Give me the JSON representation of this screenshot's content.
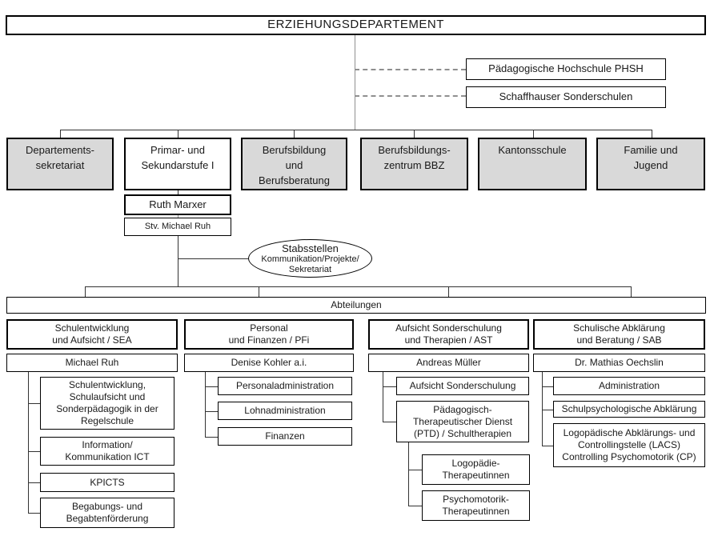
{
  "title": "ERZIEHUNGSDEPARTEMENT",
  "affiliated": [
    {
      "label": "Pädagogische Hochschule PHSH"
    },
    {
      "label": "Schaffhauser Sonderschulen"
    }
  ],
  "departments": [
    {
      "label": "Departements-\nsekretariat"
    },
    {
      "label": "Primar- und\nSekundarstufe I"
    },
    {
      "label": "Berufsbildung\nund\nBerufsberatung"
    },
    {
      "label": "Berufsbildungs-\nzentrum BBZ"
    },
    {
      "label": "Kantonsschule"
    },
    {
      "label": "Familie und\nJugend"
    }
  ],
  "leadership": {
    "head": "Ruth Marxer",
    "deputy": "Stv. Michael Ruh"
  },
  "staff_unit": {
    "title": "Stabsstellen",
    "line2": "Kommunikation/Projekte/",
    "line3": "Sekretariat"
  },
  "abteilungen": {
    "label": "Abteilungen"
  },
  "divisions": [
    {
      "title": "Schulentwicklung\nund Aufsicht / SEA",
      "head": "Michael Ruh",
      "units": [
        "Schulentwicklung,\nSchulaufsicht und\nSonderpädagogik in der\nRegelschule",
        "Information/\nKommunikation ICT",
        "KPICTS",
        "Begabungs- und\nBegabtenförderung"
      ]
    },
    {
      "title": "Personal\nund Finanzen / PFi",
      "head": "Denise Kohler a.i.",
      "units": [
        "Personaladministration",
        "Lohnadministration",
        "Finanzen"
      ]
    },
    {
      "title": "Aufsicht Sonderschulung\nund Therapien / AST",
      "head": "Andreas Müller",
      "units": [
        "Aufsicht Sonderschulung",
        "Pädagogisch-\nTherapeutischer Dienst\n(PTD) / Schultherapien"
      ],
      "subunits": [
        "Logopädie-\nTherapeutinnen",
        "Psychomotorik-\nTherapeutinnen"
      ]
    },
    {
      "title": "Schulische Abklärung\nund Beratung / SAB",
      "head": "Dr. Mathias Oechslin",
      "units": [
        "Administration",
        "Schulpsychologische Abklärung",
        "Logopädische Abklärungs- und\nControllingstelle (LACS)\nControlling Psychomotorik (CP)"
      ]
    }
  ],
  "colors": {
    "box_fill_gray": "#d9d9d9",
    "box_border": "#000000",
    "connector_dark": "#333333",
    "connector_gray": "#909090",
    "dashed_gray": "#8f8f8f"
  }
}
